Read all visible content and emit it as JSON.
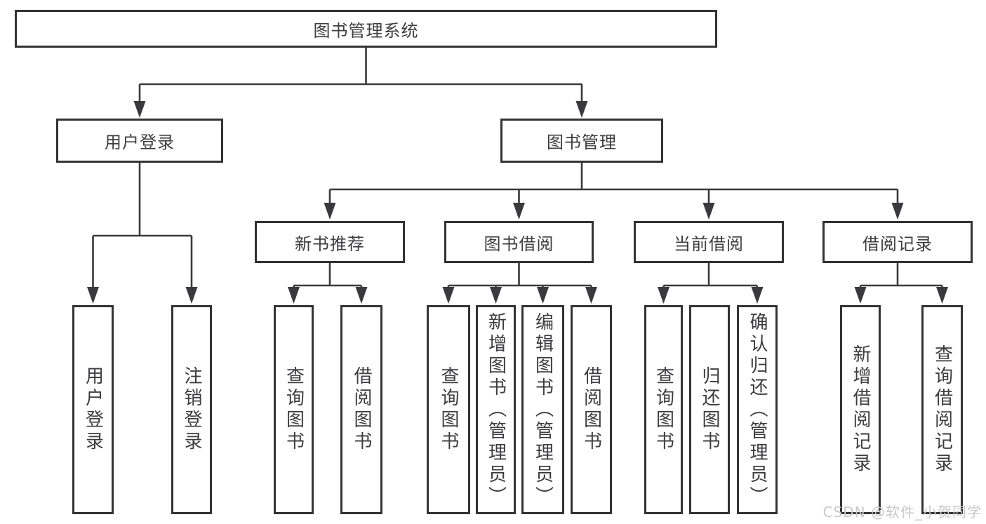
{
  "diagram": {
    "root": {
      "label": "图书管理系统",
      "children": [
        {
          "label": "用户登录",
          "children": [
            {
              "label": "用户登录"
            },
            {
              "label": "注销登录"
            }
          ]
        },
        {
          "label": "图书管理",
          "children": [
            {
              "label": "新书推荐",
              "children": [
                {
                  "label": "查询图书"
                },
                {
                  "label": "借阅图书"
                }
              ]
            },
            {
              "label": "图书借阅",
              "children": [
                {
                  "label": "查询图书"
                },
                {
                  "label": "新增图书（管理员）"
                },
                {
                  "label": "编辑图书（管理员）"
                },
                {
                  "label": "借阅图书"
                }
              ]
            },
            {
              "label": "当前借阅",
              "children": [
                {
                  "label": "查询图书"
                },
                {
                  "label": "归还图书"
                },
                {
                  "label": "确认归还（管理员）"
                }
              ]
            },
            {
              "label": "借阅记录",
              "children": [
                {
                  "label": "新增借阅记录"
                },
                {
                  "label": "查询借阅记录"
                }
              ]
            }
          ]
        }
      ]
    }
  },
  "watermark": {
    "text": "CSDN @软件_小贺同学"
  },
  "colors": {
    "border": "#333335",
    "line": "#3a3a3c",
    "text": "#3d3d3f",
    "background": "#ffffff",
    "watermark": "#c8c8c8"
  }
}
